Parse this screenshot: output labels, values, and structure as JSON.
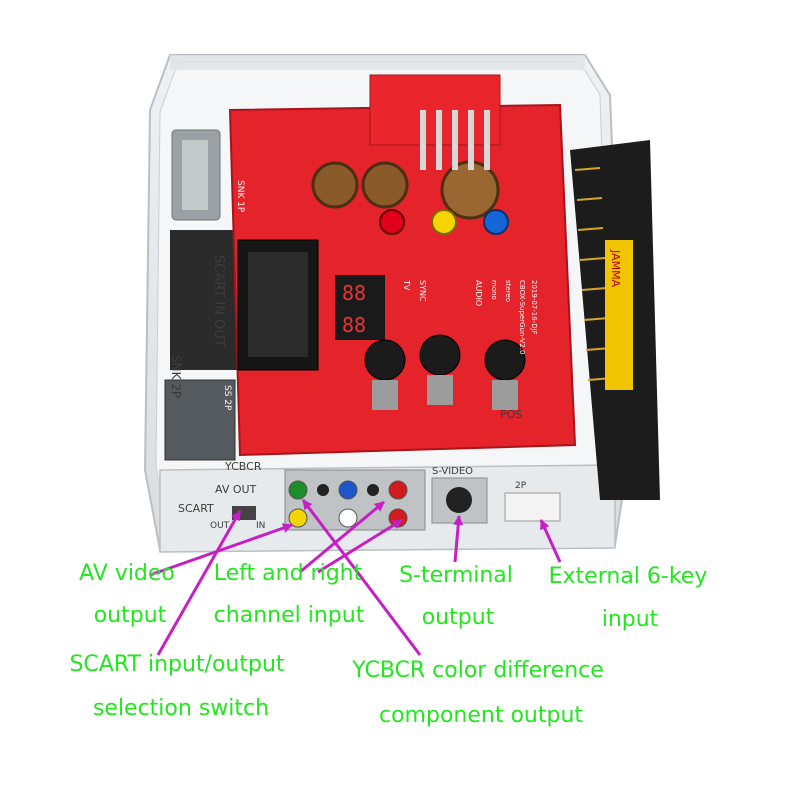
{
  "photo": {
    "board_text": {
      "scart_in_out": "SCART IN OUT",
      "snk_1p": "SNK 1P",
      "snk_2p": "SNK 2P",
      "ss_2p": "SS 2P",
      "ycbcr": "YCBCR",
      "av_out": "AV OUT",
      "scart": "SCART",
      "out": "OUT",
      "in": "IN",
      "s_video": "S-VIDEO",
      "p2": "2P",
      "sync": "SYNC",
      "tv": "TV",
      "audio": "AUDIO",
      "stereo": "stereo",
      "mono": "mono",
      "pos": "POS",
      "board_id": "CBOX-SuperGun-V2.0",
      "board_date": "2019-07-16-DJF",
      "jamma_label": "JAMMA"
    }
  },
  "labels": {
    "av_video_line1": "AV video",
    "av_video_line2": "output",
    "lr_line1": "Left and right",
    "lr_line2": "channel input",
    "s_terminal_line1": "S-terminal",
    "s_terminal_line2": "output",
    "ext_key_line1": "External 6-key",
    "ext_key_line2": "input",
    "scart_switch_line1": "SCART input/output",
    "scart_switch_line2": "selection switch",
    "ycbcr_line1": "YCBCR color difference",
    "ycbcr_line2": "component output"
  },
  "colors": {
    "label_green": "#22e61e",
    "pointer_magenta": "#c51fc5",
    "pcb_red": "#e4232a"
  }
}
